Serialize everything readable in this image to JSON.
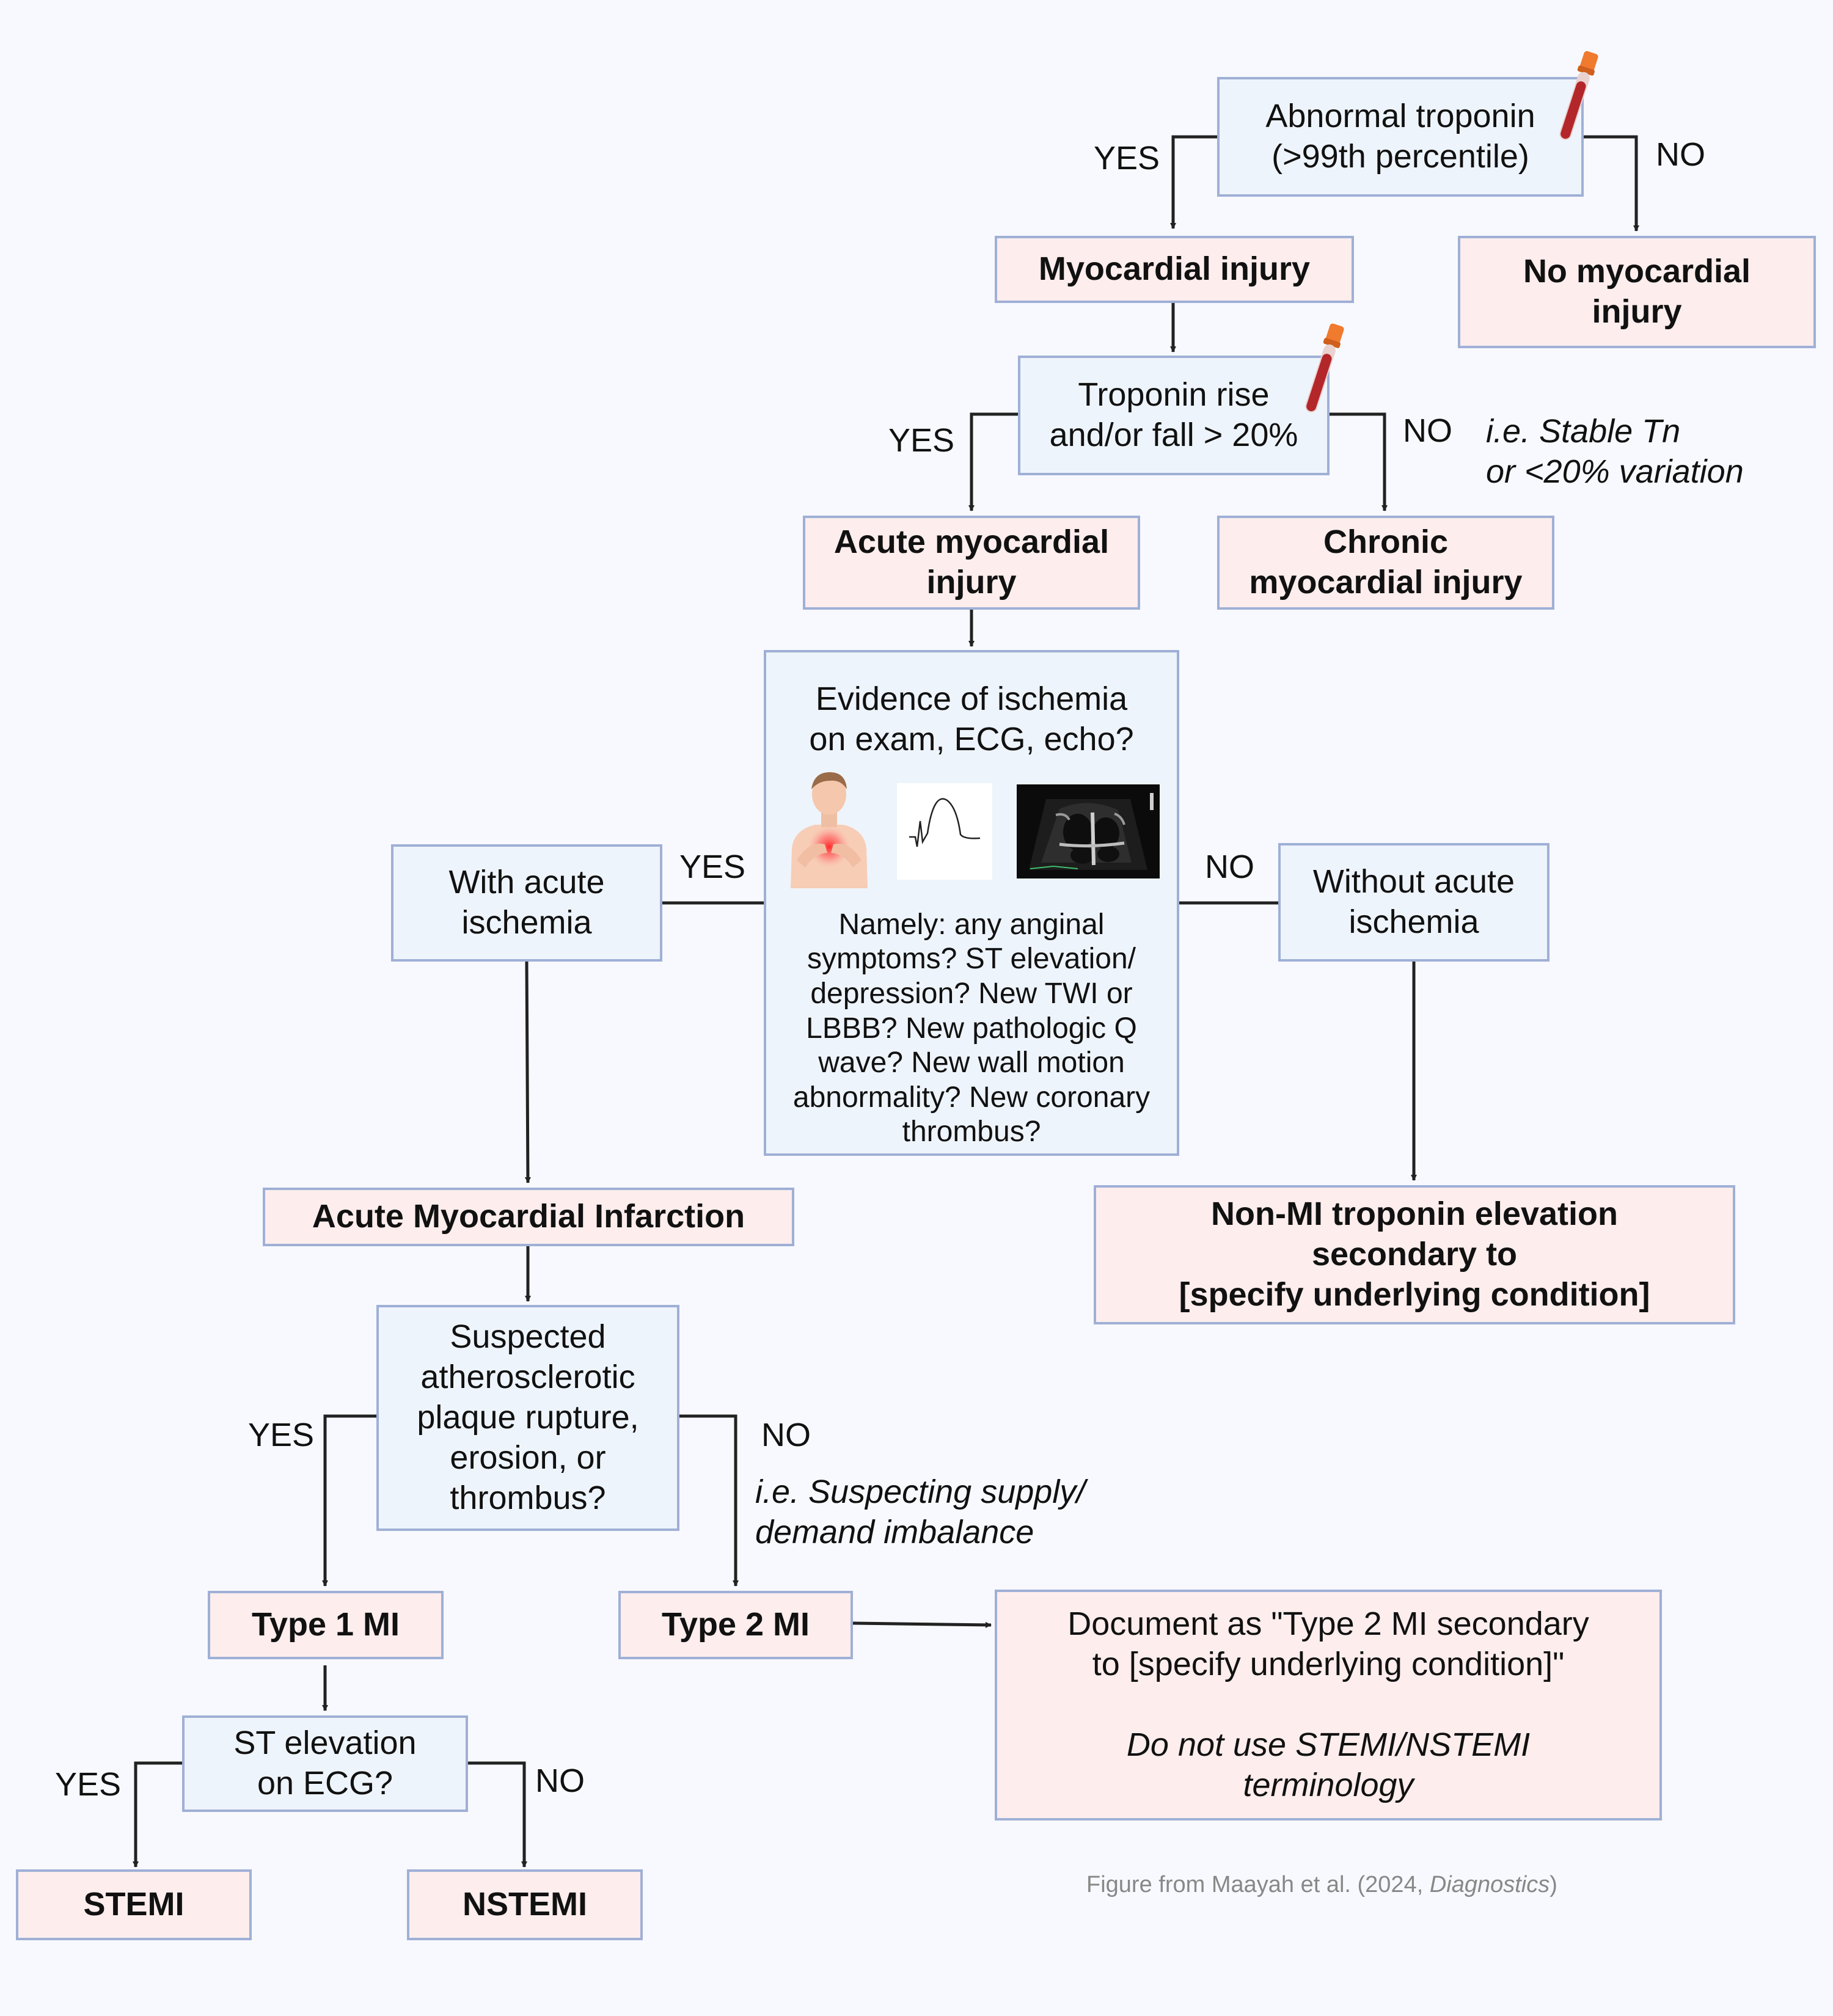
{
  "nodes": {
    "abnormal_troponin": [
      "Abnormal troponin",
      "(>99th percentile)"
    ],
    "myocardial_injury": [
      "Myocardial injury"
    ],
    "no_myocardial_injury": [
      "No myocardial",
      "injury"
    ],
    "troponin_rise": [
      "Troponin rise",
      "and/or fall > 20%"
    ],
    "acute_myocardial_injury": [
      "Acute myocardial",
      "injury"
    ],
    "chronic_myocardial_injury": [
      "Chronic",
      "myocardial injury"
    ],
    "ischemia_evidence": {
      "question": [
        "Evidence of ischemia",
        "on exam, ECG, echo?"
      ],
      "details": [
        "Namely: any anginal",
        "symptoms? ST elevation/",
        "depression? New TWI or",
        "LBBB? New pathologic Q",
        "wave? New wall motion",
        "abnormality? New coronary",
        "thrombus?"
      ]
    },
    "with_acute_ischemia": [
      "With acute",
      "ischemia"
    ],
    "without_acute_ischemia": [
      "Without acute",
      "ischemia"
    ],
    "acute_mi": [
      "Acute Myocardial Infarction"
    ],
    "non_mi_elevation": [
      "Non-MI troponin elevation",
      "secondary to",
      "[specify underlying condition]"
    ],
    "suspected_plaque": [
      "Suspected",
      "atherosclerotic",
      "plaque rupture,",
      "erosion, or",
      "thrombus?"
    ],
    "type1": [
      "Type 1 MI"
    ],
    "type2": [
      "Type 2 MI"
    ],
    "document_type2": {
      "main": [
        "Document as \"Type 2 MI secondary",
        "to [specify underlying condition]\""
      ],
      "note": [
        "Do not use STEMI/NSTEMI",
        "terminology"
      ]
    },
    "st_elevation": [
      "ST elevation",
      "on ECG?"
    ],
    "stemi": [
      "STEMI"
    ],
    "nstemi": [
      "NSTEMI"
    ]
  },
  "labels": {
    "yes": "YES",
    "no": "NO"
  },
  "notes": {
    "stable": [
      "i.e. Stable Tn",
      "or <20% variation"
    ],
    "supply_demand": [
      "i.e. Suspecting supply/",
      "demand imbalance"
    ]
  },
  "credit": {
    "prefix": "Figure from Maayah et al. (2024, ",
    "journal": "Diagnostics",
    "suffix": ")"
  },
  "colors": {
    "question_fill": "#eef4fb",
    "outcome_fill": "#fdeded",
    "border": "#9fb0d6",
    "line": "#222222"
  }
}
